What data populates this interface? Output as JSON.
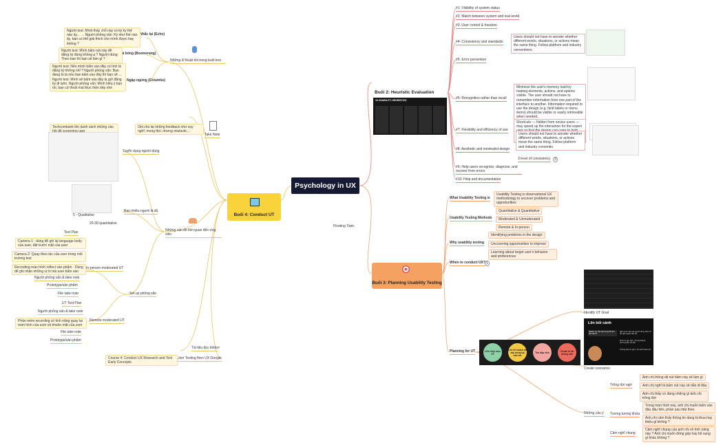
{
  "root": "Psychology in UX",
  "floating": "Floating Topic",
  "b4": {
    "title": "Buổi 4: Conduct UT",
    "echo_group": "Những kĩ thuật khi trong buổi test",
    "echo": {
      "label": "Nhắc lại (Echo)",
      "text": "Người test: Mình thấy chỗ này có ký kỳ thế nào ấy... → Người phỏng vấn: Kỳ như thế nào ấy, bạn có thể giải thích cho mình được hay không ?"
    },
    "boomerang": {
      "label": "Đá bóng (Boomerang)",
      "text": "Người test: Mình bấm nút này để đăng ký đúng không ạ ? Người dùng: Theo bạn thì bạn sẽ làm gì ?"
    },
    "columbo": {
      "label": "Ngập ngừng (Columbo)",
      "text": "Người test: Nếu mình bấm vào đây có tính là đăng ký không nhỉ ? Người phỏng vấn: Bạn đang tò là nếu bạn bấm vào đây thì bạn sẽ ... Người test: Mình sẽ bấm vào đây là gửi đăng ký đi luôn. Người phỏng vấn: Mình hiểu ý bạn rồi, bạn cứ thoải mái thực hiện tiếp nhé"
    },
    "take_note": {
      "label": "Take Note",
      "text": "Ghi chú lại những feedback như suy nghĩ, mong đợi, nhưng obstacle,..."
    },
    "issues": "Những vấn đề liên quan đến ứng viên",
    "recruit": {
      "label": "Tuyển dụng người dùng",
      "text": "Techcombank lên danh sách những câu hỏi để screening user"
    },
    "howmany": {
      "label": "Bao nhiêu người là đủ",
      "q5": "5 - Qualitative",
      "q30": "20-30 quantitative"
    },
    "setup": "Set up phỏng vấn",
    "inperson": {
      "label": "In-person moderated UT",
      "items": [
        "Test Plan",
        "Camera 1 : dùng để ghi lại language body của user, đặt trước mặt của user",
        "Camera 2: Quay theo tác của user trong môi trường test",
        "Recording màn hình reflect sản phẩm - Dùng để ghi nhận những vị trí mà user bấm vào",
        "Người phỏng vấn & take note",
        "Prototype/sản phẩm",
        "File take note"
      ]
    },
    "remote": {
      "label": "Remote moderated UT",
      "items": [
        "UT Test Plan",
        "Người phỏng vấn & take note",
        "Phần mềm recording có tính năng quay lại màn hình của user và khuôn mặt của user",
        "File take note",
        "Prototype/sản phẩm"
      ]
    },
    "docs": "Tài liệu đọc thêm",
    "google": "User Testing theo UX Google",
    "course": "Course 4: Conduct UX Research and Test Early Concepts"
  },
  "b2": {
    "title": "Buổi 2: Heuristic Evaluation",
    "table_title": "10 USABILITY HEURISTICS",
    "h": [
      "#1: Visibility of system status",
      "#2: Match between system and real world",
      "#3: User control & freedom",
      "#4: Consistency and standards",
      "#5: Error prevention",
      "#6: Recognition rather than recall",
      "#7: Flexibility and efficiency of use",
      "#8: Aesthetic and minimalist design",
      "#9: Help users recognize, diagnose, and recover from errors",
      "#10: Help and documentation"
    ],
    "h4_text": "Users should not have to wonder whether different words, situations, or actions mean the same thing. Follow platform and industry conventions.",
    "h6_text": "Minimize the user's memory load by making elements, actions, and options visible. The user should not have to remember information from one part of the interface to another. Information required to use the design (e.g. field labels or menu items) should be visible or easily retrievable when needed.",
    "h7_text": "Shortcuts — hidden from novice users — may speed up the interaction for the expert user so that the design can cater to both inexperienced and experienced users. Allow users to tailor frequent actions.",
    "h8_text": "Users should not have to wonder whether different words, situations, or actions mean the same thing. Follow platform and industry conventio",
    "h8_sub": "3 level of consistency",
    "h8_count": "3",
    "thumb_h7": "Ctrl + C"
  },
  "b3": {
    "title": "Buổi 3: Planning Usability Testing",
    "what": {
      "label": "What Usability Testing is",
      "text": "Usability Testing is observational UX methodology to uncover problems and opportunities"
    },
    "methods": {
      "label": "Usability Testing Methods",
      "items": [
        "Quantitative & Quantitative",
        "Moderated & Unmoderated",
        "Remote & In-person"
      ]
    },
    "why": {
      "label": "Why usability testing",
      "items": [
        "Identifying problems in the design",
        "Uncovering opportunities to improve",
        "Learning about target user's behavior and preferences"
      ]
    },
    "when": "When to conduct UX?",
    "when_count": "1",
    "planning": "Planning for UT",
    "steps": [
      "Liên hiệp mục UT",
      "Lên kế hoạch và xây dựng bộ câu hỏi",
      "Tìm đáp viên",
      "Chuẩn bị tài phỏng vấn"
    ],
    "goal": "Identify UT Goal",
    "scen_title": "Lên bối cảnh",
    "scen_q": "Nhiệm vụ của bạn là gì khi lên bối cảnh?",
    "scen_points": [
      "Đặt mình vào vai người dùng thực tế để giải quyết vấn đề",
      "Đưa ra yêu cầu, nhưng không hướng dẫn chi tiết",
      "Không đưa ra gợi ý về cách thao tác"
    ],
    "scenarios": "Create scenarios",
    "q": "Những câu ý",
    "q_groups": [
      {
        "label": "Trông đợi ngờ",
        "items": [
          "Anh chị thông dịt nút bấm này sẽ làm gì",
          "Anh chị nghĩ là bấm nút này sẽ dẫn đi đâu",
          "Anh chị thấy có đang những gì ảnh chị trông đợi"
        ]
      },
      {
        "label": "Tương tương khứa",
        "items": [
          "Trong màn hình này, anh chị muốn bấm vào đâu đầu tiên, phần sáu tiếp theo",
          "Anh chị cảm thấy thông tin đang bị thua hay thiếu gì không ?"
        ]
      },
      {
        "label": "Cảm nghĩ chung",
        "items": [
          "Cảm nghĩ chung của anh chị về tính năng này ? Anh chị muốn đóng góp hay bổ sung gì khác không ?"
        ]
      }
    ]
  },
  "colors": {
    "yellow": "#f5d23c",
    "orange": "#f4a261",
    "red": "#e05b5b",
    "root": "#151931"
  }
}
